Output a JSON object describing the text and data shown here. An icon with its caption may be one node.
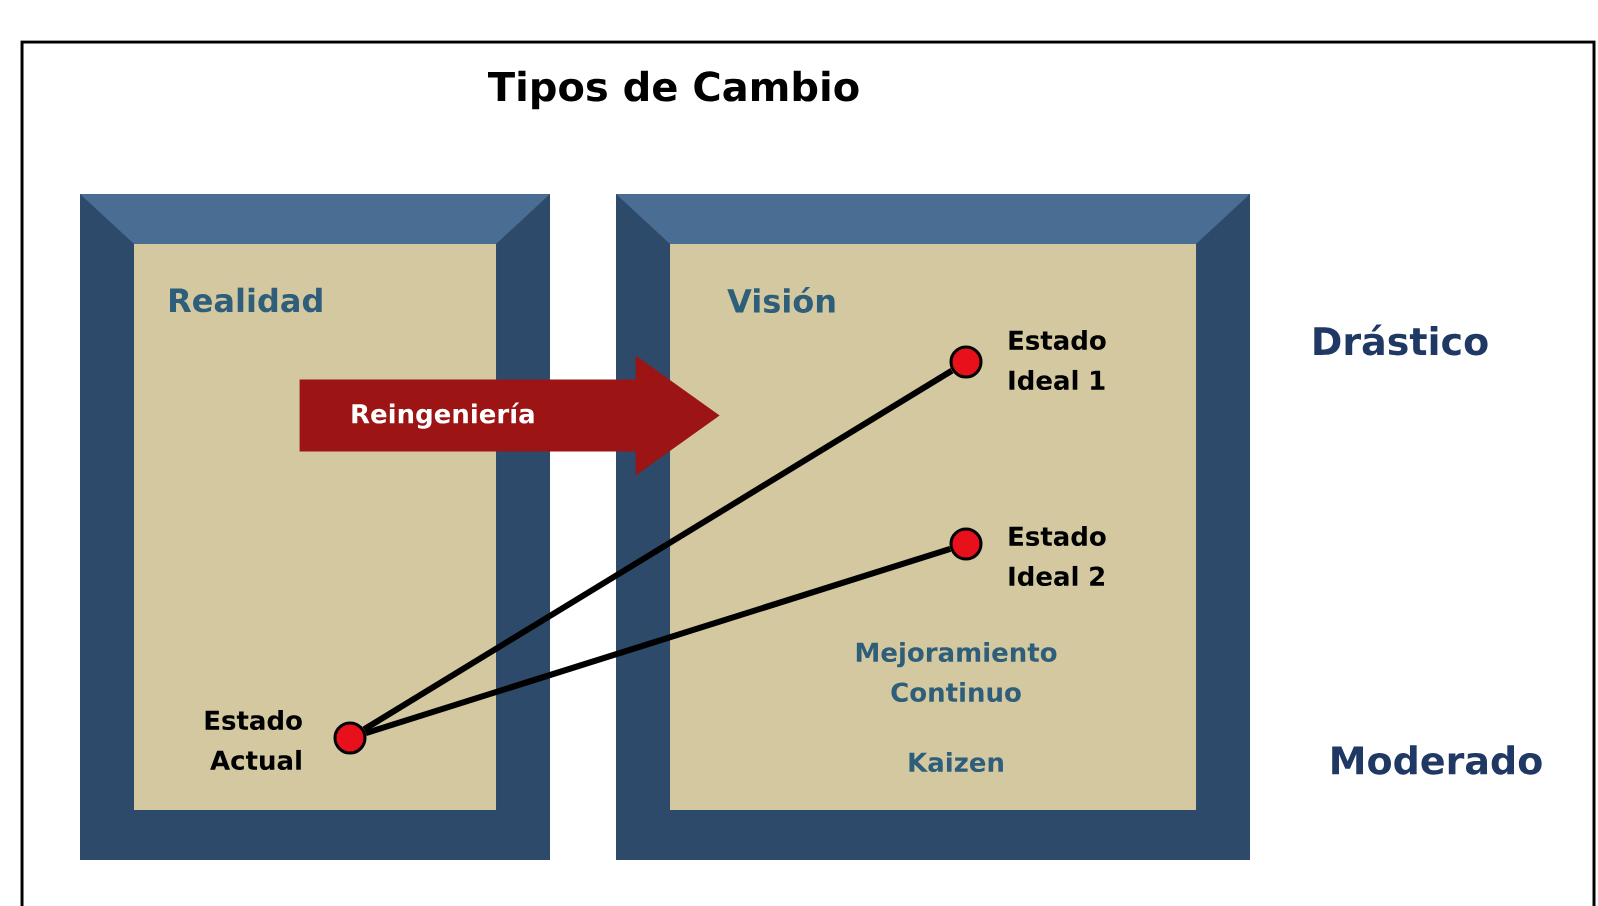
{
  "diagram": {
    "title": "Tipos de Cambio",
    "nodes": [
      {
        "text": [
          "Realidad"
        ]
      },
      {
        "text": [],
        "shape": "circle",
        "in": 0,
        "beside": [
          "Estado Actual"
        ]
      },
      {
        "text": [
          "Visión"
        ]
      },
      {
        "text": [],
        "shape": "circle",
        "in": 2,
        "beside": [
          "Estado Ideal 1"
        ]
      },
      {
        "text": [],
        "shape": "circle",
        "in": 2,
        "beside": [
          "Estado Ideal 2"
        ]
      }
    ],
    "edges": [
      {
        "from": 0,
        "to": 2,
        "arrow": "to",
        "label": "Reingeniería",
        "style": "thick",
        "color": "#9c1414"
      },
      {
        "from": 1,
        "to": 3,
        "arrow": "none"
      },
      {
        "from": 1,
        "to": 4,
        "arrow": "none"
      }
    ],
    "labels": [
      "Mejoramiento Continuo",
      "Kaizen",
      "Drástico",
      "Moderado"
    ]
  }
}
